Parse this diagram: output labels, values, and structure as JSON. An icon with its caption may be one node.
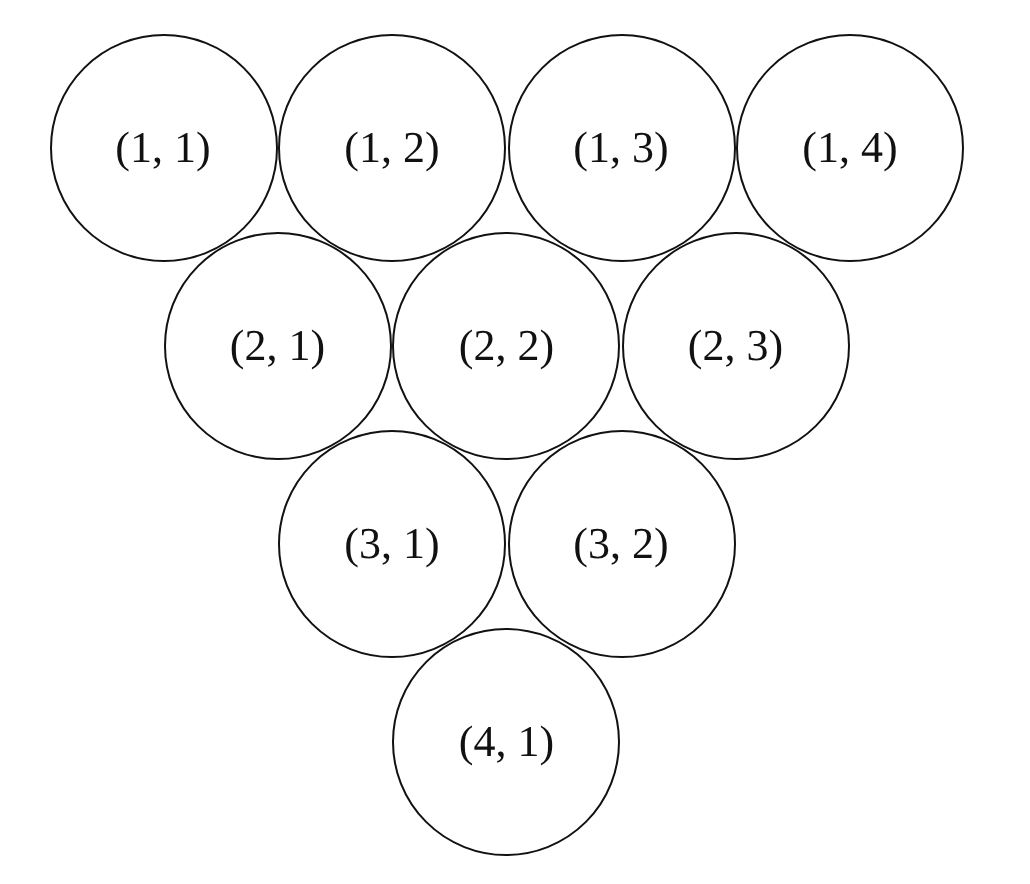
{
  "diagram": {
    "nodes": [
      {
        "text": [
          "(1, 1)"
        ]
      },
      {
        "text": [
          "(1, 2)"
        ]
      },
      {
        "text": [
          "(1, 3)"
        ]
      },
      {
        "text": [
          "(1, 4)"
        ]
      },
      {
        "text": [
          "(2, 1)"
        ]
      },
      {
        "text": [
          "(2, 2)"
        ]
      },
      {
        "text": [
          "(2, 3)"
        ]
      },
      {
        "text": [
          "(3, 1)"
        ]
      },
      {
        "text": [
          "(3, 2)"
        ]
      },
      {
        "text": [
          "(4, 1)"
        ]
      }
    ]
  }
}
